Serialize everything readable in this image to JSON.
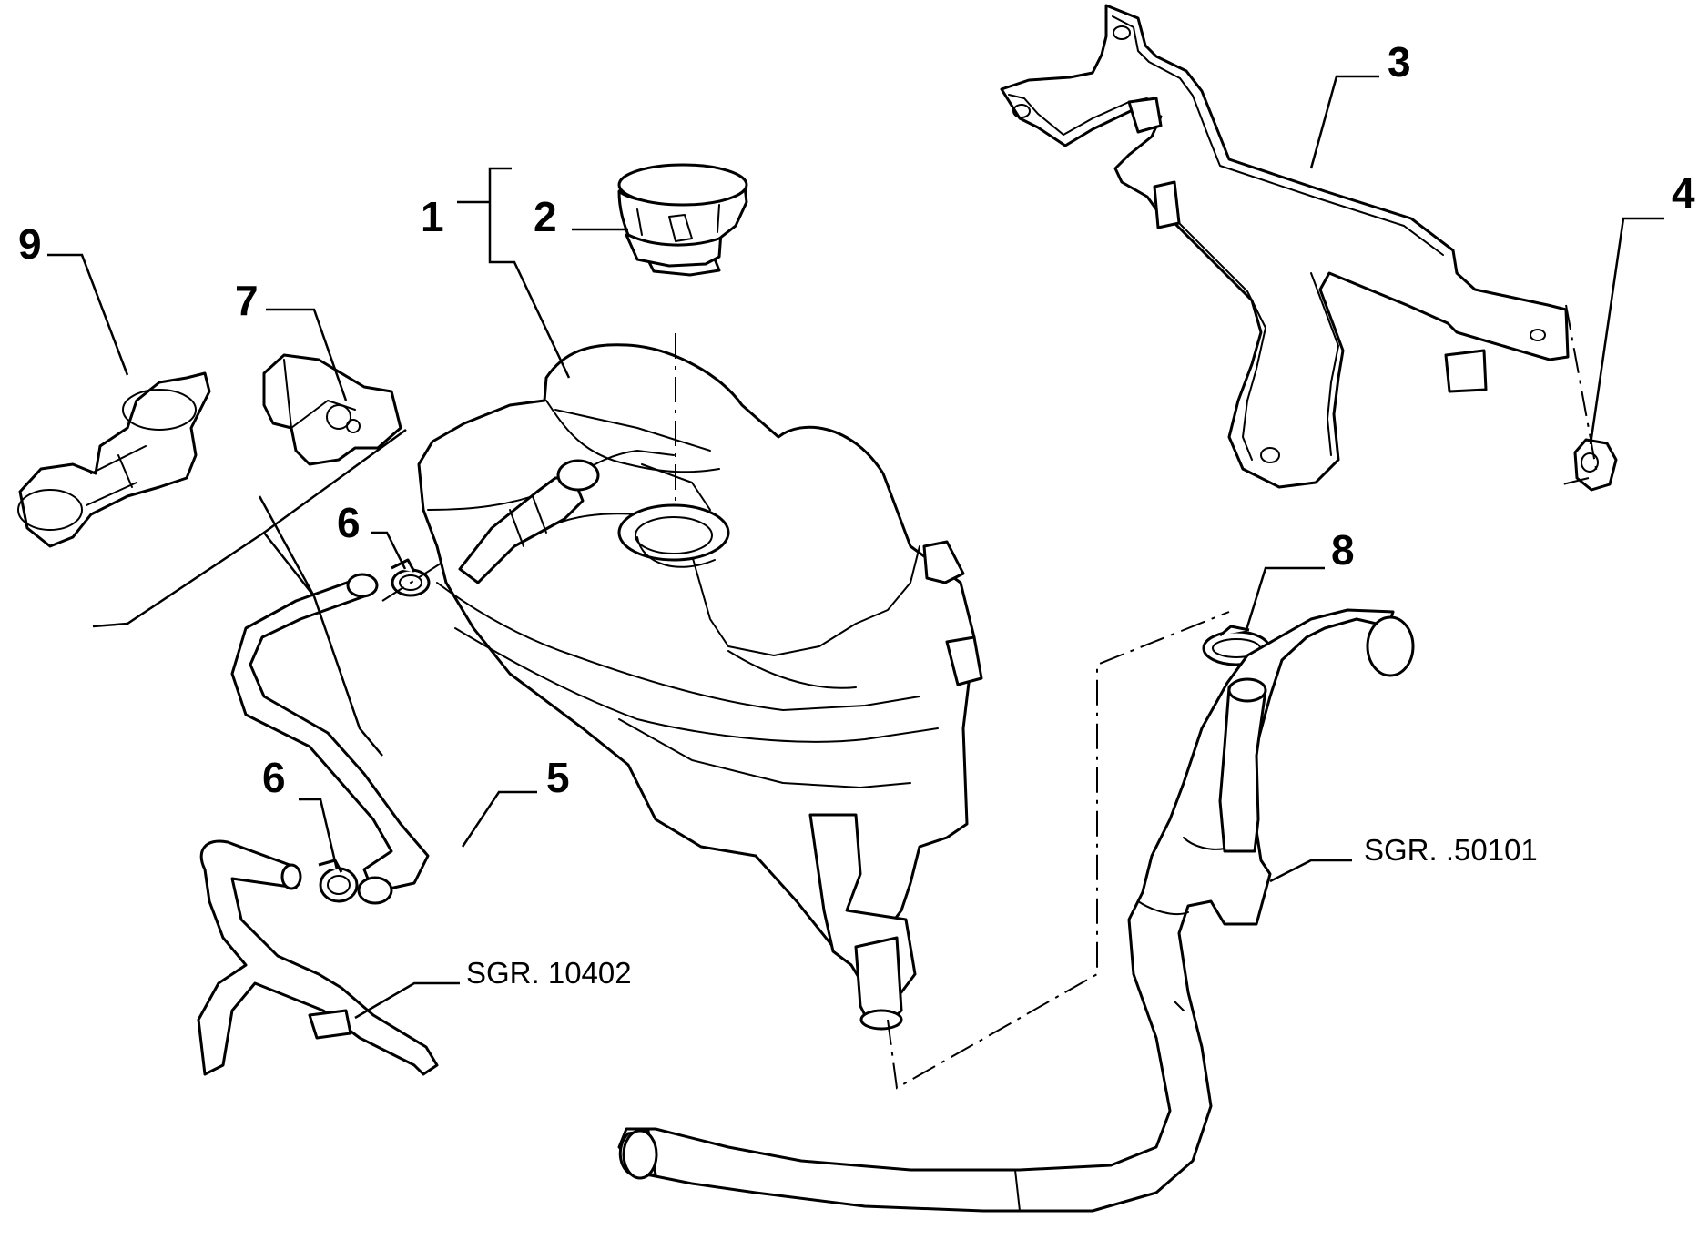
{
  "callouts": {
    "p1": "1",
    "p2": "2",
    "p3": "3",
    "p4": "4",
    "p5": "5",
    "p6a": "6",
    "p6b": "6",
    "p7": "7",
    "p8": "8",
    "p9": "9"
  },
  "references": {
    "sgr_heater": "SGR. 10402",
    "sgr_radiator": "SGR. .50101"
  }
}
